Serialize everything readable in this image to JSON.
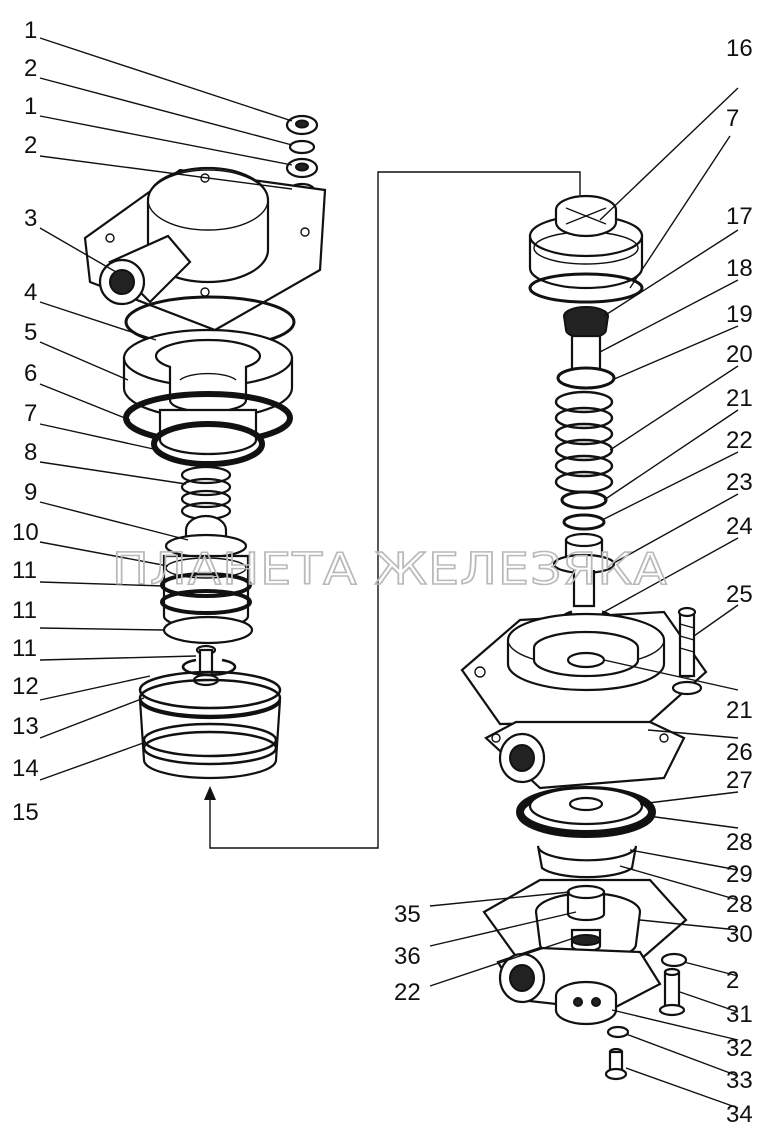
{
  "watermark": "ПЛАНЕТА ЖЕЛЕЗЯКА",
  "left_labels": [
    "1",
    "2",
    "1",
    "2",
    "3",
    "4",
    "5",
    "6",
    "7",
    "8",
    "9",
    "10",
    "11",
    "11",
    "11",
    "12",
    "13",
    "14",
    "15"
  ],
  "right_labels": [
    "16",
    "7",
    "17",
    "18",
    "19",
    "20",
    "21",
    "22",
    "23",
    "24",
    "25",
    "21",
    "26",
    "27",
    "28",
    "29",
    "28",
    "30",
    "2",
    "31",
    "32",
    "33",
    "34"
  ],
  "inner_labels": [
    "35",
    "36",
    "22"
  ]
}
